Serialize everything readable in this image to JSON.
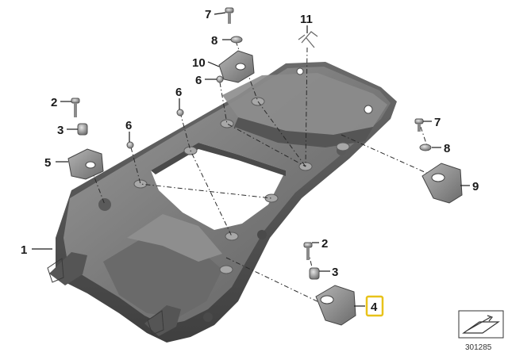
{
  "diagram": {
    "callouts": [
      {
        "id": "c7a",
        "label": "7"
      },
      {
        "id": "c8a",
        "label": "8"
      },
      {
        "id": "c10",
        "label": "10"
      },
      {
        "id": "c6a",
        "label": "6"
      },
      {
        "id": "c11",
        "label": "11"
      },
      {
        "id": "c2a",
        "label": "2"
      },
      {
        "id": "c3a",
        "label": "3"
      },
      {
        "id": "c6b",
        "label": "6"
      },
      {
        "id": "c6c",
        "label": "6"
      },
      {
        "id": "c5",
        "label": "5"
      },
      {
        "id": "c7b",
        "label": "7"
      },
      {
        "id": "c8b",
        "label": "8"
      },
      {
        "id": "c9",
        "label": "9"
      },
      {
        "id": "c1",
        "label": "1"
      },
      {
        "id": "c2b",
        "label": "2"
      },
      {
        "id": "c3b",
        "label": "3"
      },
      {
        "id": "c4",
        "label": "4"
      }
    ],
    "highlighted_callout": "4",
    "highlight_color": "#e8c21a",
    "catalog_number": "301285",
    "part_color": "#7b7b7b"
  }
}
